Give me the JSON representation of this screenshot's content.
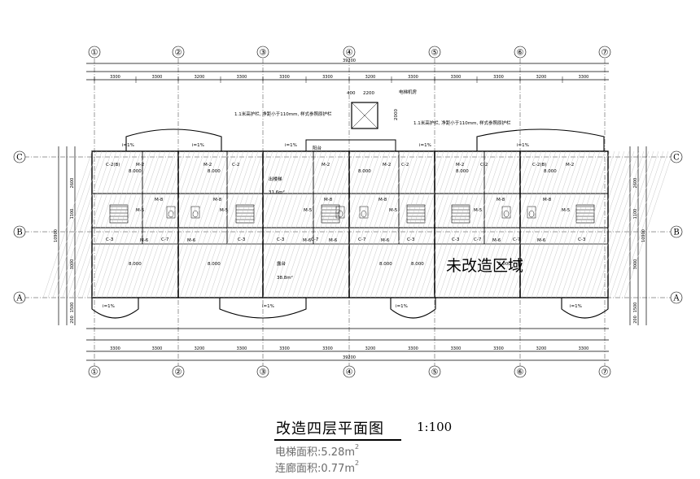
{
  "drawing": {
    "title": "改造四层平面图",
    "scale": "1:100",
    "elevator_area_label": "电梯面积:",
    "elevator_area_value": "5.28m",
    "corridor_area_label": "连廊面积:",
    "corridor_area_value": "0.77m",
    "area_unit_exp": "2",
    "unrenovated_label": "未改造区域"
  },
  "axes": {
    "columns": [
      "①",
      "②",
      "③",
      "④",
      "⑤",
      "⑥",
      "⑦"
    ],
    "rows": [
      "C",
      "B",
      "A"
    ],
    "top_spacing": [
      "3300",
      "3300",
      "3200",
      "3300",
      "3300",
      "3300",
      "3200",
      "3300",
      "3300",
      "3300",
      "3200",
      "3300"
    ],
    "total_length": "39200",
    "bottom_total": "39200",
    "left_dims": [
      "2600",
      "1100",
      "3000",
      "1500",
      "200"
    ],
    "left_total": "10900"
  },
  "annotations": {
    "railing_note_1": "1.1米高护栏, 净距小于110mm, 样式参照原护栏",
    "railing_note_2": "1.1米高护栏, 净距小于110mm, 样式参照原护栏",
    "elevator_shaft": "电梯机房",
    "dim_400": "400",
    "dim_2200": "2200",
    "dim_2000": "2000",
    "stair_room": "出楼梯",
    "balcony": "露台",
    "balcony_area": "38.8m²",
    "stair_area": "31.6m²",
    "corridor_label": "阳台",
    "door_m2": "M-2",
    "door_m5": "M-5",
    "door_m6": "M-6",
    "door_m8": "M-8",
    "window_c2": "C-2",
    "window_c3": "C-3",
    "window_c7": "C-7",
    "window_c20b": "C-2(B)",
    "elev_8000": "8.000",
    "slope_2": "i=1%"
  }
}
